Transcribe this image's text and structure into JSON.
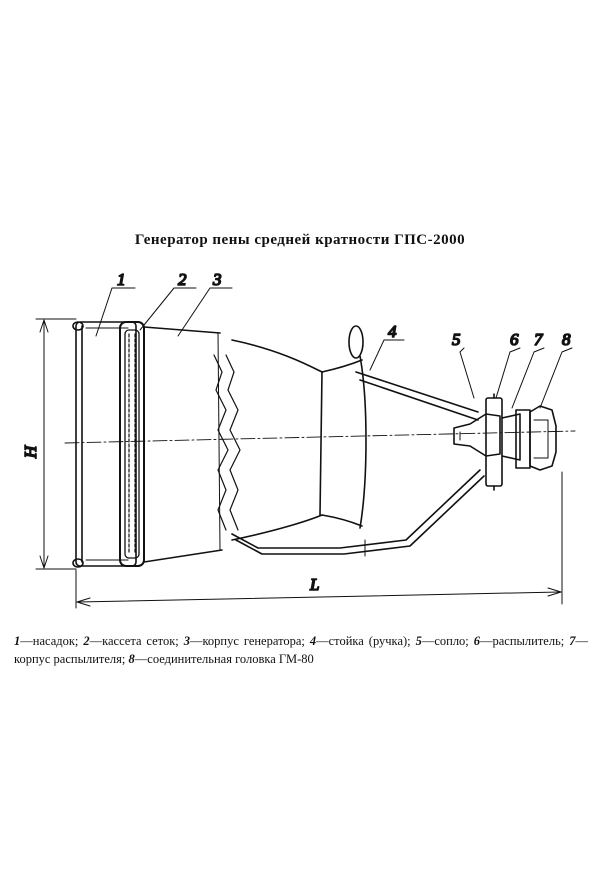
{
  "title": "Генератор пены средней кратности ГПС-2000",
  "callouts": [
    "1",
    "2",
    "3",
    "4",
    "5",
    "6",
    "7",
    "8"
  ],
  "dimensions": {
    "height": "H",
    "length": "L"
  },
  "legend": [
    {
      "num": "1",
      "text": "—насадок; "
    },
    {
      "num": "2",
      "text": "—кассета сеток; "
    },
    {
      "num": "3",
      "text": "—корпус генератора; "
    },
    {
      "num": "4",
      "text": "—стойка (ручка); "
    },
    {
      "num": "5",
      "text": "—сопло; "
    },
    {
      "num": "6",
      "text": "—распылитель; "
    },
    {
      "num": "7",
      "text": "—корпус распылителя; "
    },
    {
      "num": "8",
      "text": "—соединительная головка ГМ-80"
    }
  ]
}
